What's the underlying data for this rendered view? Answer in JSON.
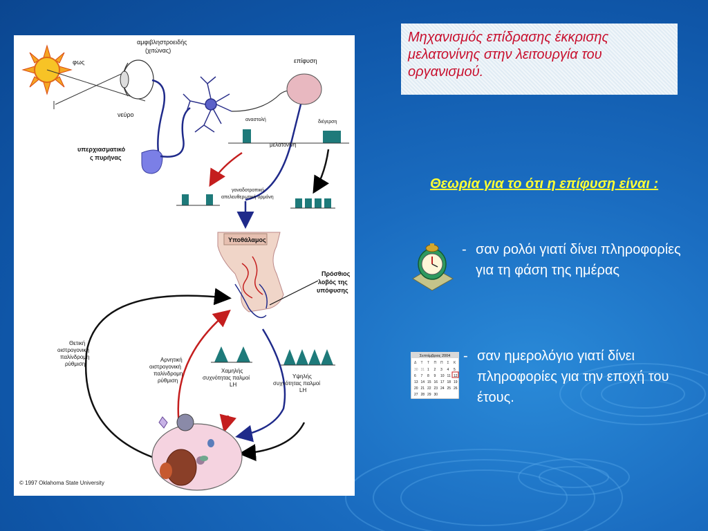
{
  "slide": {
    "title": "Μηχανισμός επίδρασης έκκρισης μελατονίνης στην λειτουργία του οργανισμού.",
    "theory_heading": "Θεωρία για το ότι η επίφυση είναι :",
    "bullets": [
      {
        "dash": "-",
        "text": "σαν ρολόι γιατί δίνει πληροφορίες για τη φάση της ημέρας",
        "icon": "alarm-clock-icon"
      },
      {
        "dash": "-",
        "text": "σαν ημερολόγιο γιατί δίνει πληροφορίες για την εποχή του έτους.",
        "icon": "calendar-icon"
      }
    ]
  },
  "diagram": {
    "labels": {
      "retina": "αμφιβληστροειδής\n(χιτώνας)",
      "light": "φως",
      "nerve": "νεύρο",
      "suprachiasmatic": "υπερχιασματικό\nς πυρήνας",
      "pineal": "επίφυση",
      "inhibition": "αναστολή",
      "stimulation": "διέγερση",
      "melatonin": "μελατονίνη",
      "gnrh": "γοναδοτροπική\nαπελευθερωτική ορμόνη",
      "hypothalamus": "Υποθάλαμος",
      "anterior_pituitary": "Πρόσθιος\nλοβός της\nυπόφυσης",
      "positive_feedback": "Θετική\nοιστρογονική\nπαλίνδρομη\nρύθμιση",
      "negative_feedback": "Αρνητική\nοιστρογονική\nπαλίνδρομη\nρύθμιση",
      "low_freq": "Χαμηλής\nσυχνότητας παλμοί\nLH",
      "high_freq": "Υψηλής\nσυχνότητας παλμοί\nLH",
      "copyright": "© 1997 Oklahoma State University"
    },
    "calendar": {
      "month": "Σεπτέμβριος 2004",
      "weekdays": [
        "Δ",
        "Τ",
        "Τ",
        "Π",
        "Π",
        "Σ",
        "Κ"
      ],
      "rows": [
        [
          "30",
          "31",
          "1",
          "2",
          "3",
          "4",
          "5"
        ],
        [
          "6",
          "7",
          "8",
          "9",
          "10",
          "11",
          "12"
        ],
        [
          "13",
          "14",
          "15",
          "16",
          "17",
          "18",
          "19"
        ],
        [
          "20",
          "21",
          "22",
          "23",
          "24",
          "25",
          "26"
        ],
        [
          "27",
          "28",
          "29",
          "30",
          "",
          "",
          ""
        ]
      ]
    },
    "colors": {
      "red_arrow": "#c41e1e",
      "blue_arrow": "#1f2a8a",
      "teal_pulse": "#1e7a7a",
      "pineal_fill": "#e8b8c0",
      "hypothalamus_fill": "#f0d5c8"
    }
  }
}
